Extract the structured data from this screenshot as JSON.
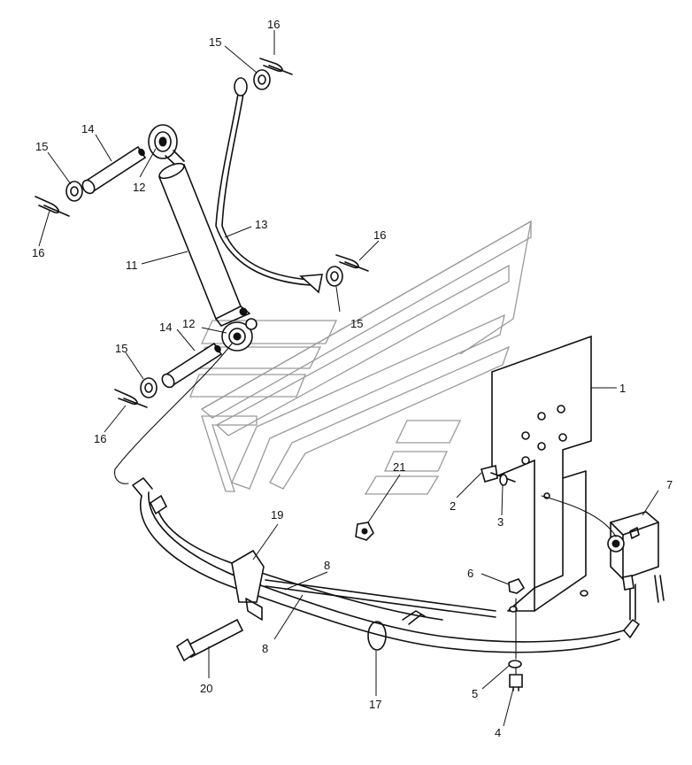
{
  "callouts": [
    {
      "id": "c1",
      "label": "1"
    },
    {
      "id": "c2",
      "label": "2"
    },
    {
      "id": "c3",
      "label": "3"
    },
    {
      "id": "c4",
      "label": "4"
    },
    {
      "id": "c5",
      "label": "5"
    },
    {
      "id": "c6",
      "label": "6"
    },
    {
      "id": "c7",
      "label": "7"
    },
    {
      "id": "c8a",
      "label": "8"
    },
    {
      "id": "c8b",
      "label": "8"
    },
    {
      "id": "c11",
      "label": "11"
    },
    {
      "id": "c12a",
      "label": "12"
    },
    {
      "id": "c12b",
      "label": "12"
    },
    {
      "id": "c13",
      "label": "13"
    },
    {
      "id": "c14a",
      "label": "14"
    },
    {
      "id": "c14b",
      "label": "14"
    },
    {
      "id": "c15a",
      "label": "15"
    },
    {
      "id": "c15b",
      "label": "15"
    },
    {
      "id": "c15c",
      "label": "15"
    },
    {
      "id": "c15d",
      "label": "15"
    },
    {
      "id": "c16a",
      "label": "16"
    },
    {
      "id": "c16b",
      "label": "16"
    },
    {
      "id": "c16c",
      "label": "16"
    },
    {
      "id": "c16d",
      "label": "16"
    },
    {
      "id": "c17",
      "label": "17"
    },
    {
      "id": "c19",
      "label": "19"
    },
    {
      "id": "c20",
      "label": "20"
    },
    {
      "id": "c21",
      "label": "21"
    }
  ]
}
